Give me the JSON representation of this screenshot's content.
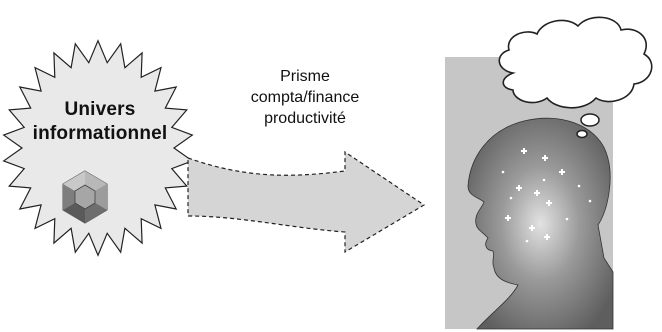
{
  "source_label": {
    "line1": "Univers",
    "line2": "informationnel"
  },
  "lens_label": {
    "line1": "Prisme",
    "line2": "compta/finance",
    "line3": "productivité"
  },
  "icons": {
    "source": "gem-icon",
    "target_head": "human-head-silhouette-icon",
    "thought": "thought-bubble-icon",
    "flow": "dashed-arrow-icon"
  },
  "colors": {
    "burst_fill": "#e9e9e9",
    "arrow_fill": "#d5d5d5",
    "panel_fill": "#c6c6c6",
    "head_fill": "#6a6a6a",
    "outline": "#222222"
  }
}
